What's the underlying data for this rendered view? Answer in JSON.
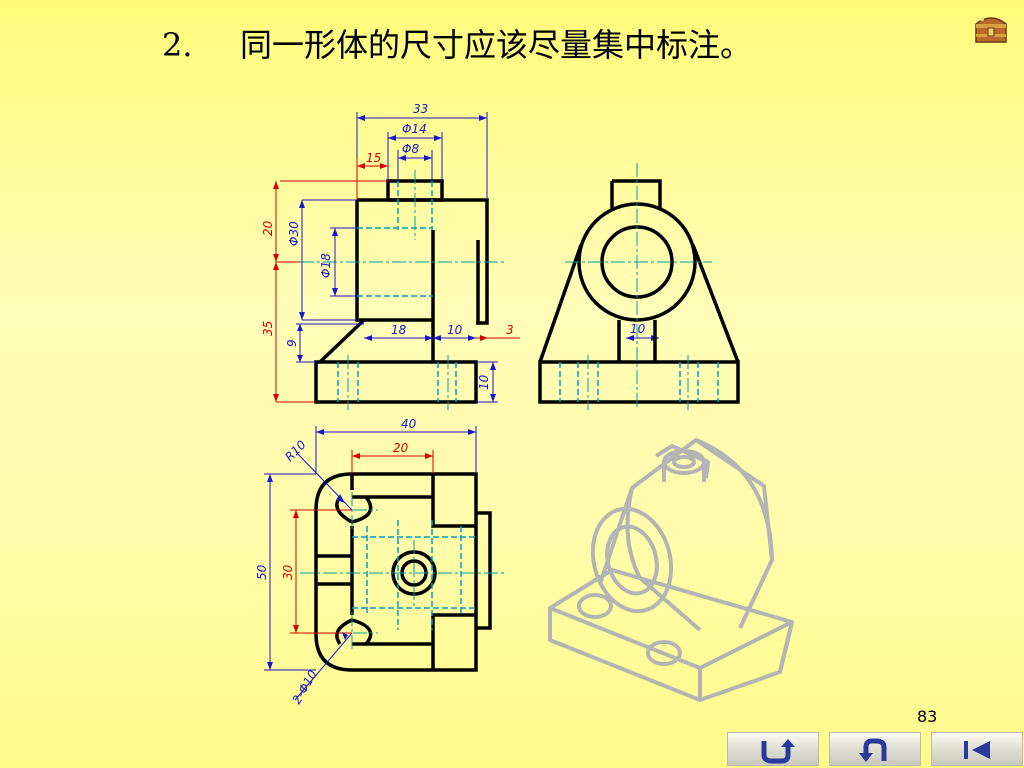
{
  "slide": {
    "title_number": "2.",
    "title_text": "同一形体的尺寸应该尽量集中标注。",
    "page_number": "83"
  },
  "dimensions": {
    "front_view": {
      "width_33": "33",
      "diameter_14": "Φ14",
      "diameter_8": "Φ8",
      "offset_15": "15",
      "height_20": "20",
      "diameter_30": "Φ30",
      "diameter_18": "Φ18",
      "height_35": "35",
      "height_9": "9",
      "length_18": "18",
      "length_10": "10",
      "offset_3": "3",
      "height_10": "10"
    },
    "side_view": {
      "width_10": "10"
    },
    "top_view": {
      "width_40": "40",
      "radius_10": "R10",
      "width_20": "20",
      "length_50": "50",
      "length_30": "30",
      "holes_2x10": "2-Φ10"
    }
  },
  "colors": {
    "dimension_red": "#d80000",
    "dimension_blue": "#1818c8",
    "center_line": "#00a0a0",
    "hidden_line": "#00a0c0",
    "outline": "#000000",
    "iso_view": "#b4b4b4"
  },
  "navigation": {
    "buttons": [
      {
        "name": "return-button",
        "icon": "return-arrow-icon"
      },
      {
        "name": "back-button",
        "icon": "undo-arrow-icon"
      },
      {
        "name": "first-page-button",
        "icon": "skip-to-start-icon"
      }
    ]
  }
}
